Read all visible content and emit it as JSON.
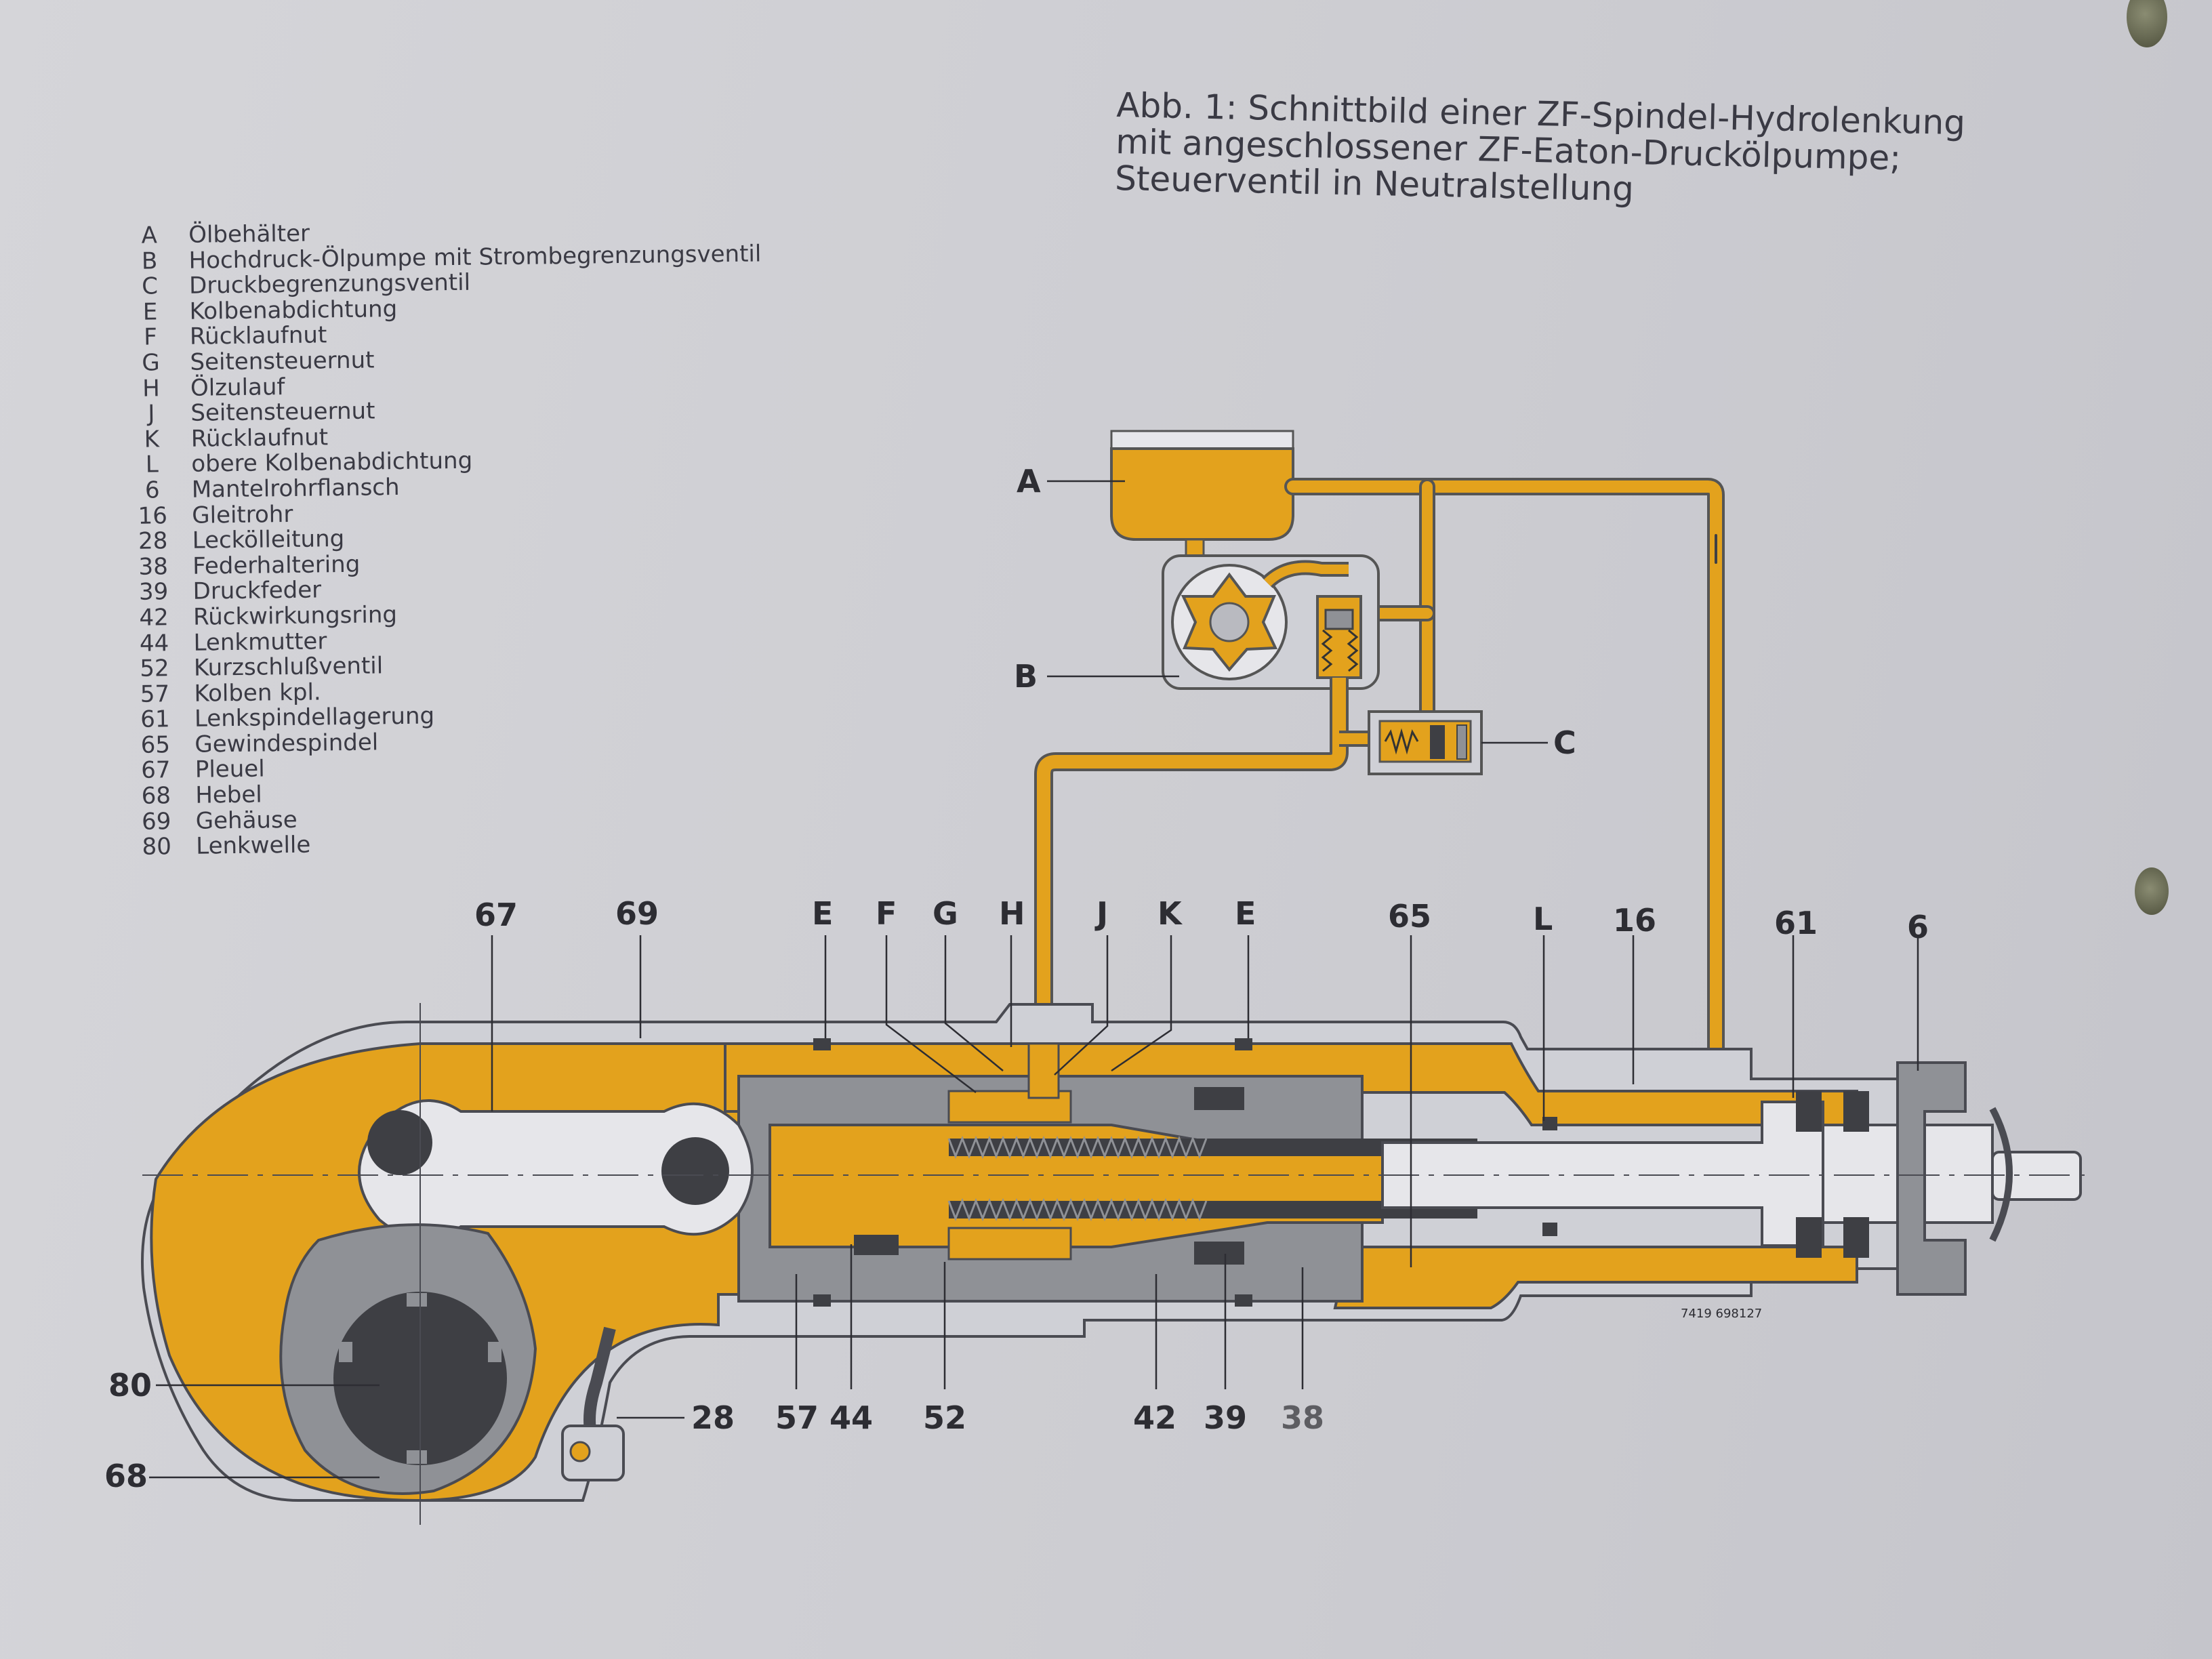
{
  "caption": {
    "line1": "Abb. 1: Schnittbild einer ZF-Spindel-Hydrolenkung",
    "line2": "mit angeschlossener ZF-Eaton-Druckölpumpe;",
    "line3": "Steuerventil in Neutralstellung"
  },
  "legend": [
    {
      "key": "A",
      "text": "Ölbehälter"
    },
    {
      "key": "B",
      "text": "Hochdruck-Ölpumpe mit Strombegrenzungsventil"
    },
    {
      "key": "C",
      "text": "Druckbegrenzungsventil"
    },
    {
      "key": "E",
      "text": "Kolbenabdichtung"
    },
    {
      "key": "F",
      "text": "Rücklaufnut"
    },
    {
      "key": "G",
      "text": "Seitensteuernut"
    },
    {
      "key": "H",
      "text": "Ölzulauf"
    },
    {
      "key": "J",
      "text": "Seitensteuernut"
    },
    {
      "key": "K",
      "text": "Rücklaufnut"
    },
    {
      "key": "L",
      "text": "obere Kolbenabdichtung"
    },
    {
      "key": "6",
      "text": "Mantelrohrflansch"
    },
    {
      "key": "16",
      "text": "Gleitrohr"
    },
    {
      "key": "28",
      "text": "Leckölleitung"
    },
    {
      "key": "38",
      "text": "Federhaltering"
    },
    {
      "key": "39",
      "text": "Druckfeder"
    },
    {
      "key": "42",
      "text": "Rückwirkungsring"
    },
    {
      "key": "44",
      "text": "Lenkmutter"
    },
    {
      "key": "52",
      "text": "Kurzschlußventil"
    },
    {
      "key": "57",
      "text": "Kolben kpl."
    },
    {
      "key": "61",
      "text": "Lenkspindellagerung"
    },
    {
      "key": "65",
      "text": "Gewindespindel"
    },
    {
      "key": "67",
      "text": "Pleuel"
    },
    {
      "key": "68",
      "text": "Hebel"
    },
    {
      "key": "69",
      "text": "Gehäuse"
    },
    {
      "key": "80",
      "text": "Lenkwelle"
    }
  ],
  "diagram": {
    "side_labels": {
      "A": "A",
      "B": "B",
      "C": "C"
    },
    "top_labels": {
      "l67": "67",
      "l69": "69",
      "E1": "E",
      "F": "F",
      "G": "G",
      "H": "H",
      "J": "J",
      "K": "K",
      "E2": "E",
      "l65": "65",
      "L": "L",
      "l16": "16",
      "l61": "61",
      "l6": "6"
    },
    "bottom_labels": {
      "l80": "80",
      "l68": "68",
      "l28": "28",
      "l57": "57",
      "l44": "44",
      "l52": "52",
      "l42": "42",
      "l39": "39",
      "l38": "38"
    },
    "drawing_number": "7419  698127"
  },
  "colors": {
    "oil": "#e3a21d",
    "steel": "#8f9196",
    "dark": "#3e3f44",
    "housing": "#cfd0d6",
    "text": "#2d2d33"
  }
}
